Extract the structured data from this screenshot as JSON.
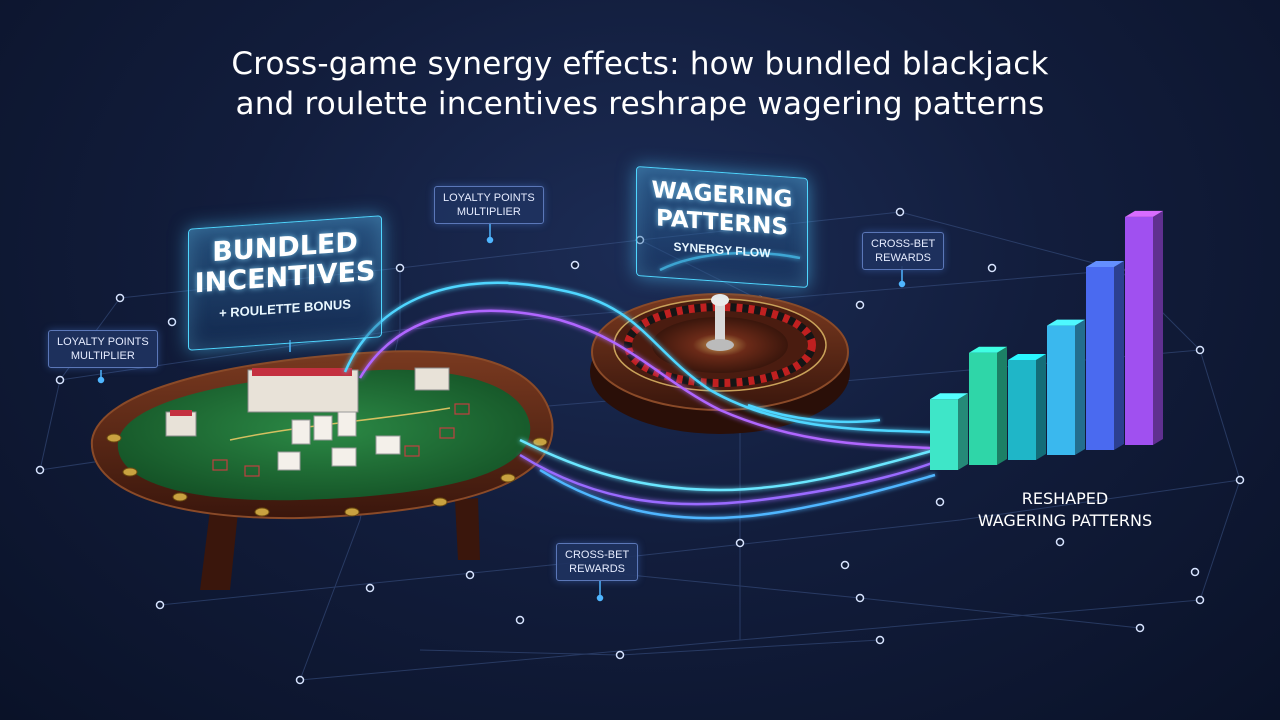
{
  "title": {
    "line1": "Cross-game synergy effects: how bundled blackjack",
    "line2": "and roulette incentives reshrape wagering patterns"
  },
  "bundled_panel": {
    "line1": "BUNDLED",
    "line2": "INCENTIVES",
    "line3": "+ ROULETTE BONUS"
  },
  "wagering_panel": {
    "line1": "WAGERING",
    "line2": "PATTERNS",
    "line3": "SYNERGY FLOW"
  },
  "tags": {
    "loyalty_left": "LOYALTY POINTS\nMULTIPLIER",
    "loyalty_top": "LOYALTY POINTS\nMULTIPLIER",
    "crossbet_top": "CROSS-BET\nREWARDS",
    "crossbet_bottom": "CROSS-BET\nREWARDS"
  },
  "reshaped_label": {
    "line1": "RESHAPED",
    "line2": "WAGERING PATTERNS"
  },
  "colors": {
    "accent_cyan": "#4fd6ff",
    "accent_purple": "#b066ff",
    "felt_green": "#1f6b35",
    "wood": "#5a2a18"
  },
  "chart_data": {
    "type": "bar",
    "values": [
      58,
      92,
      82,
      106,
      150,
      187
    ],
    "colors": [
      "#3ee6c8",
      "#2fd6a8",
      "#1fb6c8",
      "#3ab8ee",
      "#4a6af0",
      "#a050f0"
    ]
  }
}
